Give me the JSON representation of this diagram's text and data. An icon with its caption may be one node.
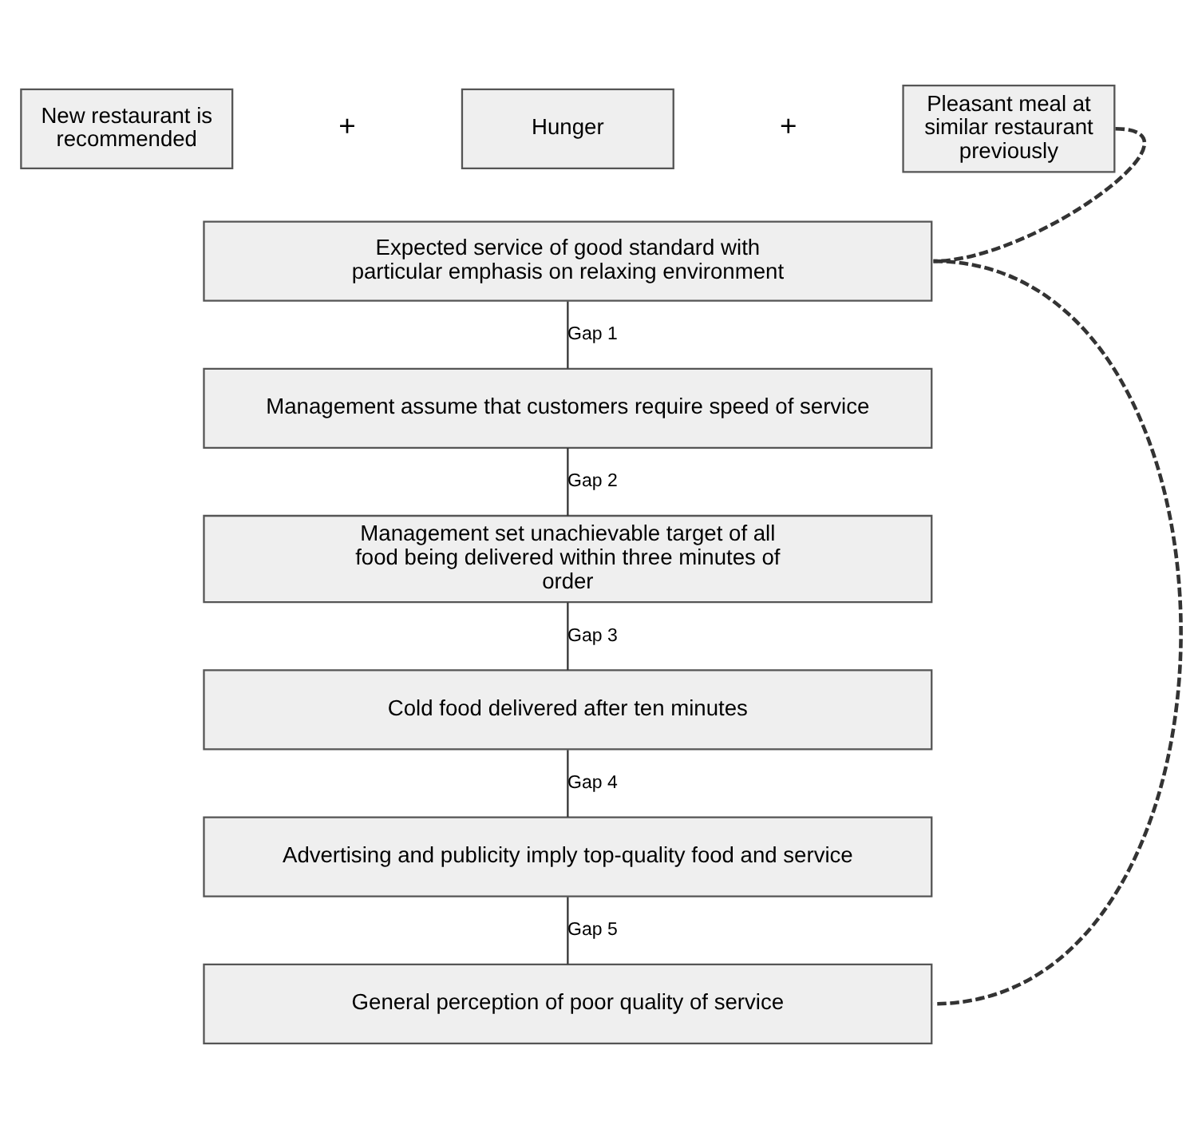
{
  "diagram": {
    "nodes": [
      {
        "text": [
          "New restaurant is recommended"
        ]
      },
      {
        "text": [
          "Hunger"
        ]
      },
      {
        "text": [
          "Pleasant meal at similar restaurant previously"
        ]
      },
      {
        "text": [
          "Expected service of good standard with particular emphasis on relaxing environment"
        ]
      },
      {
        "text": [
          "Management assume that customers require speed of service"
        ]
      },
      {
        "text": [
          "Management set unachievable target of all food being delivered within three minutes of order"
        ]
      },
      {
        "text": [
          "Cold food delivered after ten minutes"
        ]
      },
      {
        "text": [
          "Advertising and publicity imply top-quality food and service"
        ]
      },
      {
        "text": [
          "General perception of poor quality of service"
        ]
      }
    ],
    "edges": [
      {
        "from": 2,
        "to": 3,
        "arrow": "none",
        "style": "dashed"
      },
      {
        "from": 3,
        "to": 4,
        "arrow": "none",
        "label": "Gap 1"
      },
      {
        "from": 4,
        "to": 5,
        "arrow": "none",
        "label": "Gap 2"
      },
      {
        "from": 5,
        "to": 6,
        "arrow": "none",
        "label": "Gap 3"
      },
      {
        "from": 6,
        "to": 7,
        "arrow": "none",
        "label": "Gap 4"
      },
      {
        "from": 7,
        "to": 8,
        "arrow": "none",
        "label": "Gap 5"
      },
      {
        "from": 3,
        "to": 8,
        "arrow": "none",
        "style": "dashed"
      }
    ],
    "labels": [
      "+",
      "+"
    ]
  }
}
